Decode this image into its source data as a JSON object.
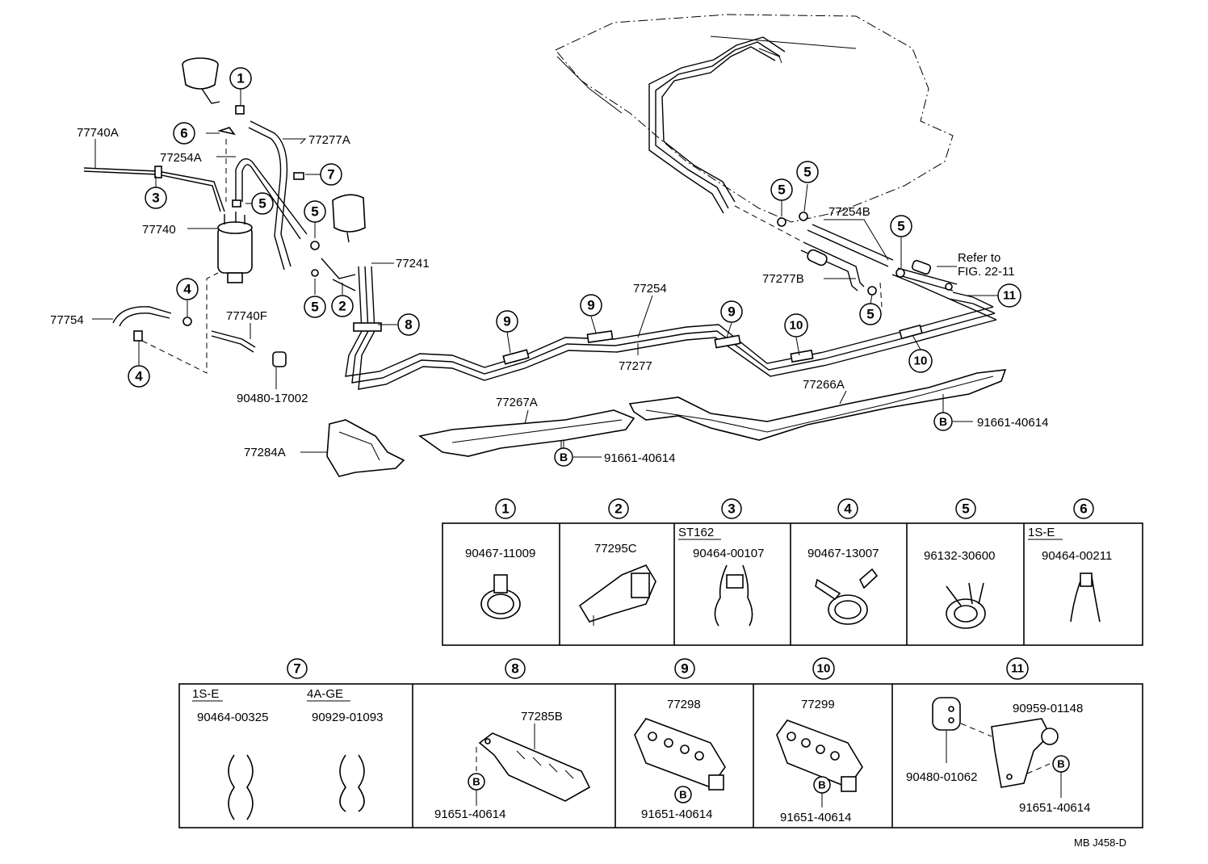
{
  "callouts": [
    {
      "id": "c1",
      "text": "1"
    },
    {
      "id": "c6",
      "text": "6"
    },
    {
      "id": "c3",
      "text": "3"
    },
    {
      "id": "c5a",
      "text": "5"
    },
    {
      "id": "c7",
      "text": "7"
    },
    {
      "id": "c5b",
      "text": "5"
    },
    {
      "id": "c5c",
      "text": "5"
    },
    {
      "id": "c4a",
      "text": "4"
    },
    {
      "id": "c4b",
      "text": "4"
    },
    {
      "id": "c2",
      "text": "2"
    },
    {
      "id": "c8",
      "text": "8"
    },
    {
      "id": "c9a",
      "text": "9"
    },
    {
      "id": "c9b",
      "text": "9"
    },
    {
      "id": "c9c",
      "text": "9"
    },
    {
      "id": "c10a",
      "text": "10"
    },
    {
      "id": "c10b",
      "text": "10"
    },
    {
      "id": "c5d",
      "text": "5"
    },
    {
      "id": "c5e",
      "text": "5"
    },
    {
      "id": "c5f",
      "text": "5"
    },
    {
      "id": "c5g",
      "text": "5"
    },
    {
      "id": "c11",
      "text": "11"
    },
    {
      "id": "cB1",
      "text": "B"
    },
    {
      "id": "cB2",
      "text": "B"
    }
  ],
  "labels": {
    "p77740A": "77740A",
    "p77254A": "77254A",
    "p77277A": "77277A",
    "p77740": "77740",
    "p77754": "77754",
    "p77740F": "77740F",
    "p90480_17002": "90480-17002",
    "p77241": "77241",
    "p77254": "77254",
    "p77277": "77277",
    "p77254B": "77254B",
    "p77277B": "77277B",
    "refer1": "Refer to",
    "refer2": "FIG. 22-11",
    "p77266A": "77266A",
    "p77267A": "77267A",
    "p77284A": "77284A",
    "pB1": "91661-40614",
    "pB2": "91661-40614"
  },
  "detail_boxes": {
    "row1": [
      {
        "num": "1",
        "part": "90467-11009",
        "sub": ""
      },
      {
        "num": "2",
        "part": "77295C",
        "sub": ""
      },
      {
        "num": "3",
        "part": "90464-00107",
        "sub": "ST162"
      },
      {
        "num": "4",
        "part": "90467-13007",
        "sub": ""
      },
      {
        "num": "5",
        "part": "96132-30600",
        "sub": ""
      },
      {
        "num": "6",
        "part": "90464-00211",
        "sub": "1S-E"
      }
    ],
    "row2": [
      {
        "num": "7",
        "partA": "90464-00325",
        "subA": "1S-E",
        "partB": "90929-01093",
        "subB": "4A-GE"
      },
      {
        "num": "8",
        "part": "77285B",
        "bolt": "91651-40614",
        "b": "B"
      },
      {
        "num": "9",
        "part": "77298",
        "bolt": "91651-40614",
        "b": "B"
      },
      {
        "num": "10",
        "part": "77299",
        "bolt": "91651-40614",
        "b": "B"
      },
      {
        "num": "11",
        "partA": "90959-01148",
        "partB": "90480-01062",
        "bolt": "91651-40614",
        "b": "B"
      }
    ]
  },
  "footer": "MB J458-D"
}
